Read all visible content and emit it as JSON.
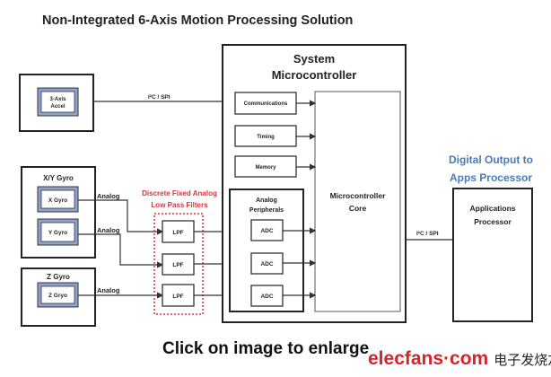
{
  "title": "Non-Integrated 6-Axis Motion Processing Solution",
  "sensors": {
    "accel": {
      "inner": [
        "3-Axis",
        "Accel"
      ]
    },
    "xy_gyro": {
      "label": "X/Y Gyro",
      "x": "X Gyro",
      "y": "Y Gyro"
    },
    "z_gyro": {
      "label": "Z Gyro",
      "z": "Z Gryo"
    }
  },
  "links": {
    "i2c_spi_sensor": "I²C / SPI",
    "i2c_spi_apps": "I²C / SPI",
    "analog": "Analog"
  },
  "filters": {
    "label": [
      "Discrete Fixed Analog",
      "Low Pass Filters"
    ],
    "lpf": "LPF"
  },
  "mcu": {
    "title": [
      "System",
      "Microcontroller"
    ],
    "communications": "Communications",
    "timing": "Timing",
    "memory": "Memory",
    "analog_peripherals": [
      "Analog",
      "Peripherals"
    ],
    "adc": "ADC",
    "core": [
      "Microcontroller",
      "Core"
    ]
  },
  "apps": {
    "heading": [
      "Digital Output to",
      "Apps Processor"
    ],
    "box": [
      "Applications",
      "Processor"
    ]
  },
  "caption": "Click on image to enlarge",
  "watermark": {
    "en": "elecfans·com",
    "cn": "电子发烧友"
  },
  "colors": {
    "blue": "#4a7ab8",
    "red": "#d9343a",
    "inner_blue": "#8ea4c8"
  }
}
